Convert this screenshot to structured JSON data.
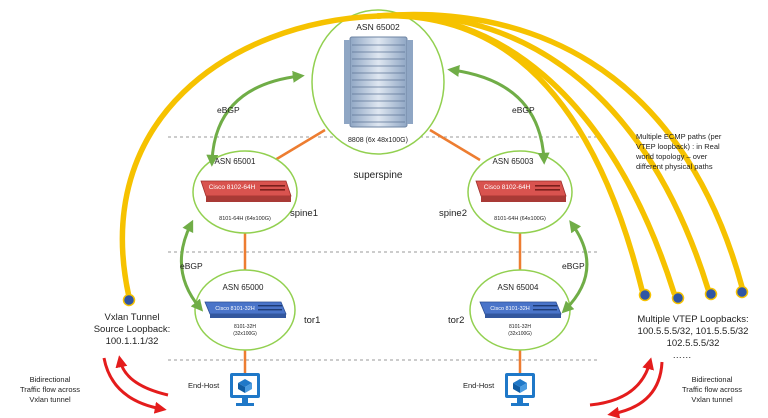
{
  "superspine": {
    "asn": "ASN 65002",
    "model": "8808 (6x 48x100G)",
    "name": "superspine"
  },
  "spine1": {
    "asn": "ASN 65001",
    "brand": "Cisco  8102-64H",
    "model": "8101-64H (64x100G)",
    "name": "spine1"
  },
  "spine2": {
    "asn": "ASN 65003",
    "brand": "Cisco  8102-64H",
    "model": "8101-64H (64x100G)",
    "name": "spine2"
  },
  "tor1": {
    "asn": "ASN 65000",
    "brand": "Cisco  8101-32H",
    "model_line1": "8101-32H",
    "model_line2": "(32x100G)",
    "name": "tor1"
  },
  "tor2": {
    "asn": "ASN 65004",
    "brand": "Cisco  8101-32H",
    "model_line1": "8101-32H",
    "model_line2": "(32x100G)",
    "name": "tor2"
  },
  "ebgp_label": "eBGP",
  "end_host_label": "End-Host",
  "left_loopback": {
    "line1": "Vxlan Tunnel",
    "line2": "Source Loopback:",
    "line3": "100.1.1.1/32"
  },
  "right_loopback": {
    "line1": "Multiple VTEP Loopbacks:",
    "line2": "100.5.5.5/32, 101.5.5.5/32",
    "line3": "102.5.5.5/32",
    "line4": "……"
  },
  "ecmp_note": {
    "line1": "Multiple ECMP paths (per",
    "line2": "VTEP loopback) : in Real",
    "line3": "world topology – over",
    "line4": "different physical paths"
  },
  "bidir_left": {
    "line1": "Bidirectional",
    "line2": "Traffic flow across",
    "line3": "Vxlan tunnel"
  },
  "bidir_right": {
    "line1": "Bidirectional",
    "line2": "Traffic flow across",
    "line3": "Vxlan tunnel"
  },
  "colors": {
    "tunnel": "#f6c200",
    "ebgp": "#70ad47",
    "node_border": "#92d050",
    "link": "#ed7d31",
    "traffic": "#e41c1c",
    "loopback": "#2f55a4",
    "host": "#1f78c8",
    "spine_device": "#d9534f",
    "tor_device": "#4a74c9"
  }
}
